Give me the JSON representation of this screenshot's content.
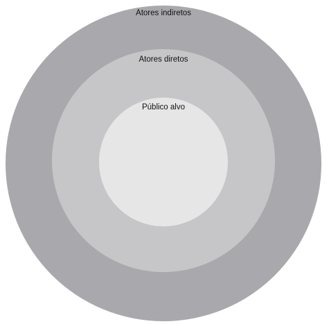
{
  "diagram": {
    "rings": [
      {
        "label": "Atores indiretos",
        "color": "#a9a8ac"
      },
      {
        "label": "Atores diretos",
        "color": "#c6c6c8"
      },
      {
        "label": "Público alvo",
        "color": "#e6e6e7"
      }
    ]
  }
}
